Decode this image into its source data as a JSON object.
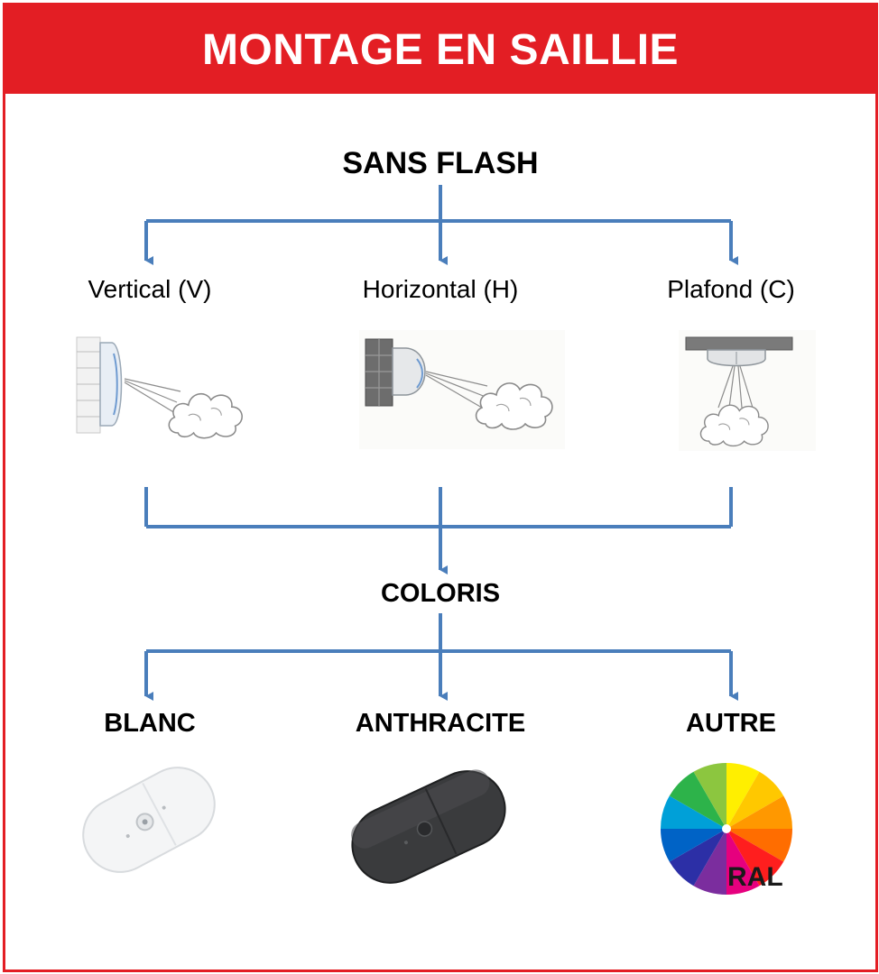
{
  "header": {
    "title": "MONTAGE EN SAILLIE"
  },
  "flow": {
    "root": "SANS FLASH",
    "mounts": [
      {
        "label": "Vertical (V)",
        "icon": "vertical-mount-diffuser-icon"
      },
      {
        "label": "Horizontal (H)",
        "icon": "horizontal-mount-diffuser-icon"
      },
      {
        "label": "Plafond (C)",
        "icon": "ceiling-mount-diffuser-icon"
      }
    ],
    "merge": "COLORIS",
    "colors": [
      {
        "label": "BLANC",
        "icon": "white-device-icon"
      },
      {
        "label": "ANTHRACITE",
        "icon": "anthracite-device-icon"
      },
      {
        "label": "AUTRE",
        "icon": "color-wheel-icon"
      }
    ],
    "ral": "RAL"
  },
  "colors": {
    "frame": "#e31e24",
    "arrow": "#4a7ebb"
  }
}
